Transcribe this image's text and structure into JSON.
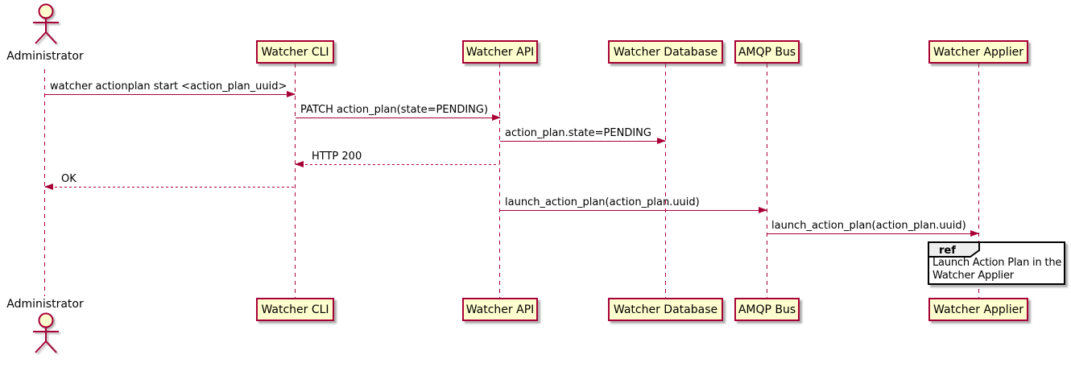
{
  "diagram": {
    "type": "uml-sequence-diagram",
    "actor": {
      "name": "Administrator"
    },
    "participants": [
      {
        "name": "Watcher CLI"
      },
      {
        "name": "Watcher API"
      },
      {
        "name": "Watcher Database"
      },
      {
        "name": "AMQP Bus"
      },
      {
        "name": "Watcher Applier"
      }
    ],
    "messages": [
      {
        "label": "watcher actionplan start <action_plan_uuid>",
        "from": "Administrator",
        "to": "Watcher CLI",
        "style": "solid"
      },
      {
        "label": "PATCH action_plan(state=PENDING)",
        "from": "Watcher CLI",
        "to": "Watcher API",
        "style": "solid"
      },
      {
        "label": "action_plan.state=PENDING",
        "from": "Watcher API",
        "to": "Watcher Database",
        "style": "solid"
      },
      {
        "label": "HTTP 200",
        "from": "Watcher API",
        "to": "Watcher CLI",
        "style": "dashed"
      },
      {
        "label": "OK",
        "from": "Watcher CLI",
        "to": "Administrator",
        "style": "dashed"
      },
      {
        "label": "launch_action_plan(action_plan.uuid)",
        "from": "Watcher API",
        "to": "AMQP Bus",
        "style": "solid"
      },
      {
        "label": "launch_action_plan(action_plan.uuid)",
        "from": "AMQP Bus",
        "to": "Watcher Applier",
        "style": "solid"
      }
    ],
    "ref": {
      "keyword": "ref",
      "lines": [
        "Launch Action Plan in the",
        "Watcher Applier"
      ]
    },
    "colors": {
      "accent": "#A80036",
      "participant_fill": "#FEFECE",
      "ref_header_fill": "#EEEEEE",
      "ref_border": "#000000",
      "text": "#000000",
      "background": "#FFFFFF"
    }
  }
}
